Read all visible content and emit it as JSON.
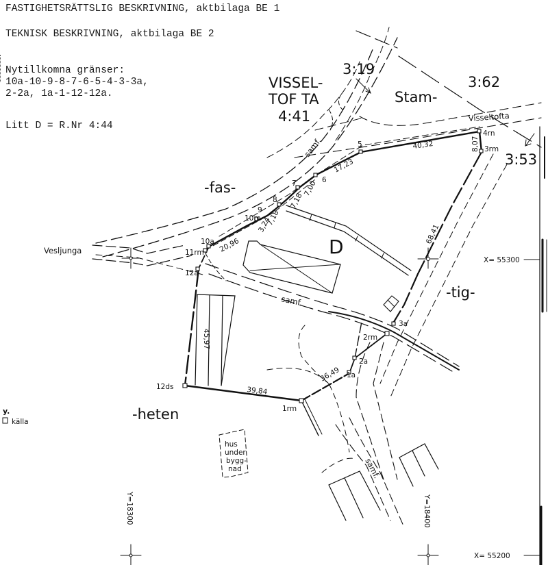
{
  "header": {
    "line1": "FASTIGHETSRÄTTSLIG BESKRIVNING, aktbilaga BE 1",
    "line2": "TEKNISK BESKRIVNING, aktbilaga BE 2"
  },
  "notes": {
    "title": "Nytillkomna gränser:",
    "line1": "10a-10-9-8-7-6-5-4-3-3a,",
    "line2": "2-2a, 1a-1-12-12a.",
    "litt": "Litt D = R.Nr 4:44"
  },
  "legend": {
    "symbol": "y.",
    "label": "källa"
  },
  "areas": {
    "vissel": "VISSEL-",
    "tofta": "TOF TA",
    "p441": "4:41",
    "p319": "3:19",
    "p362": "3:62",
    "p353": "3:53",
    "stam": "Stam-",
    "fas": "-fas-",
    "tig": "-tig-",
    "heten": "-heten",
    "parcel_d": "D"
  },
  "roads": {
    "vesljunga": "Vesljunga",
    "visseltofta": "Visseltofta",
    "samf1": "samf.",
    "samf2": "samf.",
    "samf3": "samf."
  },
  "points": {
    "p10a": "10a",
    "p11rm": "11rm",
    "p12a": "12a",
    "p12ds": "12ds",
    "p10m": "10m",
    "p9": "9",
    "p8": "8",
    "p7": "7",
    "p6": "6",
    "p5": "5",
    "p4rn": "4rn",
    "p3rm": "3rm",
    "p3a": "3a",
    "p2rm": "2rm",
    "p2a": "2a",
    "p1a": "1a",
    "p1rm": "1rm"
  },
  "distances": {
    "d2096": "20,96",
    "d324": "3,24",
    "d718a": "7,18",
    "d718b": "7,18",
    "d700": "7,00",
    "d1723": "17,23",
    "d4032": "40,32",
    "d807": "8,07",
    "d6841": "68,41",
    "d4597": "45,97",
    "d3984": "39,84",
    "d3649": "36,49"
  },
  "annotations": {
    "building_under_construction": [
      "hus",
      "under",
      "bygg-",
      "nad"
    ]
  },
  "grid": {
    "x55300": "X= 55300",
    "x55200": "X= 55200",
    "y18300": "Y=18300",
    "y18400": "Y=18400"
  }
}
